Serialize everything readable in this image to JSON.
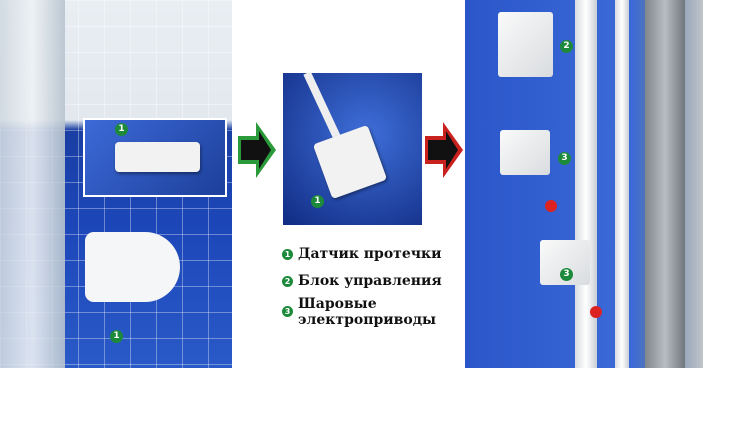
{
  "markers": {
    "sensor": "1",
    "control": "2",
    "valve": "3"
  },
  "legend": [
    {
      "num": "1",
      "label": "Датчик протечки"
    },
    {
      "num": "2",
      "label": "Блок управления"
    },
    {
      "num": "3",
      "label": "Шаровые электроприводы"
    }
  ],
  "colors": {
    "green_arrow": "#2a9a3a",
    "red_arrow": "#c9211e",
    "marker": "#1c8a3a"
  }
}
